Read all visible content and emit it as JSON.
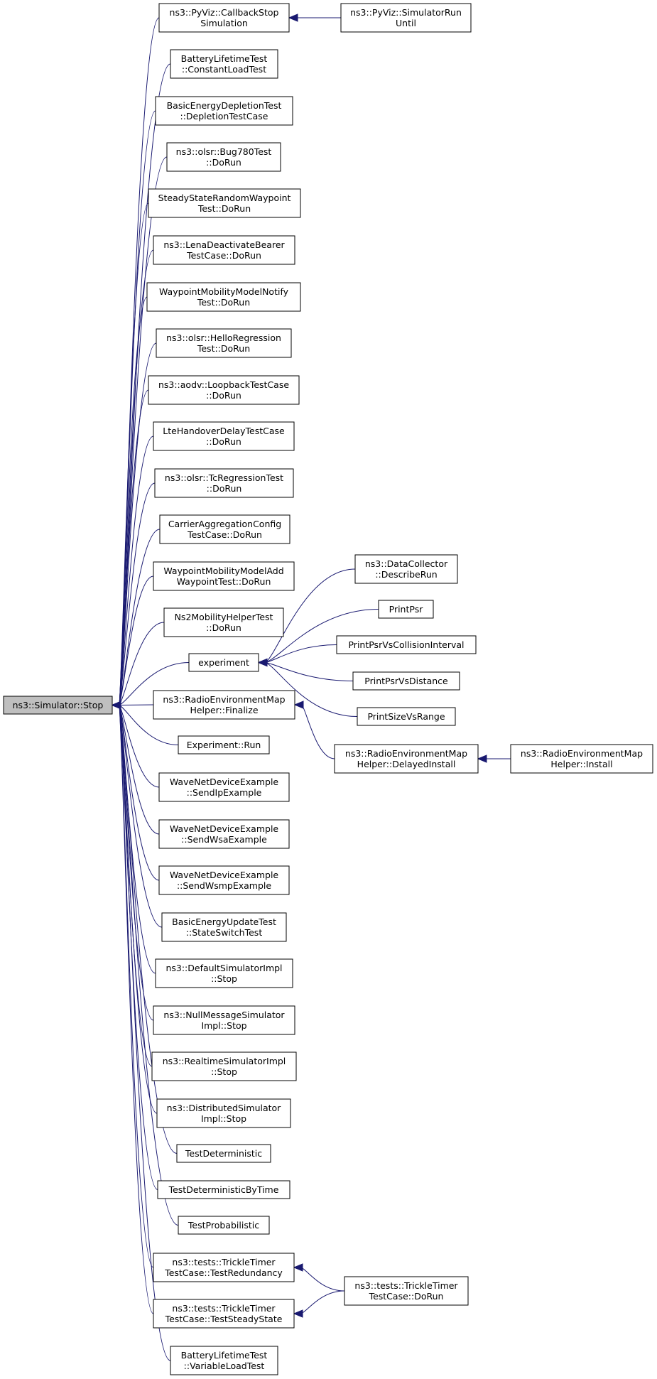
{
  "nodes": [
    {
      "id": "root",
      "label": [
        "ns3::Simulator::Stop"
      ],
      "root": true
    },
    {
      "id": "pyviz_callback",
      "label": [
        "ns3::PyViz::CallbackStop",
        "Simulation"
      ]
    },
    {
      "id": "pyviz_run",
      "label": [
        "ns3::PyViz::SimulatorRun",
        "Until"
      ]
    },
    {
      "id": "battery_const",
      "label": [
        "BatteryLifetimeTest",
        "::ConstantLoadTest"
      ]
    },
    {
      "id": "basic_depletion",
      "label": [
        "BasicEnergyDepletionTest",
        "::DepletionTestCase"
      ]
    },
    {
      "id": "olsr_bug780",
      "label": [
        "ns3::olsr::Bug780Test",
        "::DoRun"
      ]
    },
    {
      "id": "steady_rwp",
      "label": [
        "SteadyStateRandomWaypoint",
        "Test::DoRun"
      ]
    },
    {
      "id": "lena_deact",
      "label": [
        "ns3::LenaDeactivateBearer",
        "TestCase::DoRun"
      ]
    },
    {
      "id": "waypoint_notify",
      "label": [
        "WaypointMobilityModelNotify",
        "Test::DoRun"
      ]
    },
    {
      "id": "olsr_hello",
      "label": [
        "ns3::olsr::HelloRegression",
        "Test::DoRun"
      ]
    },
    {
      "id": "aodv_loopback",
      "label": [
        "ns3::aodv::LoopbackTestCase",
        "::DoRun"
      ]
    },
    {
      "id": "lte_handover",
      "label": [
        "LteHandoverDelayTestCase",
        "::DoRun"
      ]
    },
    {
      "id": "olsr_tc",
      "label": [
        "ns3::olsr::TcRegressionTest",
        "::DoRun"
      ]
    },
    {
      "id": "carrier_agg",
      "label": [
        "CarrierAggregationConfig",
        "TestCase::DoRun"
      ]
    },
    {
      "id": "waypoint_add",
      "label": [
        "WaypointMobilityModelAdd",
        "WaypointTest::DoRun"
      ]
    },
    {
      "id": "ns2_mobility",
      "label": [
        "Ns2MobilityHelperTest",
        "::DoRun"
      ]
    },
    {
      "id": "experiment",
      "label": [
        "experiment"
      ]
    },
    {
      "id": "data_collector",
      "label": [
        "ns3::DataCollector",
        "::DescribeRun"
      ]
    },
    {
      "id": "print_psr",
      "label": [
        "PrintPsr"
      ]
    },
    {
      "id": "print_psr_coll",
      "label": [
        "PrintPsrVsCollisionInterval"
      ]
    },
    {
      "id": "print_psr_dist",
      "label": [
        "PrintPsrVsDistance"
      ]
    },
    {
      "id": "print_size_range",
      "label": [
        "PrintSizeVsRange"
      ]
    },
    {
      "id": "rem_finalize",
      "label": [
        "ns3::RadioEnvironmentMap",
        "Helper::Finalize"
      ]
    },
    {
      "id": "rem_delayed",
      "label": [
        "ns3::RadioEnvironmentMap",
        "Helper::DelayedInstall"
      ]
    },
    {
      "id": "rem_install",
      "label": [
        "ns3::RadioEnvironmentMap",
        "Helper::Install"
      ]
    },
    {
      "id": "experiment_run",
      "label": [
        "Experiment::Run"
      ]
    },
    {
      "id": "wave_ip",
      "label": [
        "WaveNetDeviceExample",
        "::SendIpExample"
      ]
    },
    {
      "id": "wave_wsa",
      "label": [
        "WaveNetDeviceExample",
        "::SendWsaExample"
      ]
    },
    {
      "id": "wave_wsmp",
      "label": [
        "WaveNetDeviceExample",
        "::SendWsmpExample"
      ]
    },
    {
      "id": "basic_update",
      "label": [
        "BasicEnergyUpdateTest",
        "::StateSwitchTest"
      ]
    },
    {
      "id": "default_sim",
      "label": [
        "ns3::DefaultSimulatorImpl",
        "::Stop"
      ]
    },
    {
      "id": "nullmsg_sim",
      "label": [
        "ns3::NullMessageSimulator",
        "Impl::Stop"
      ]
    },
    {
      "id": "realtime_sim",
      "label": [
        "ns3::RealtimeSimulatorImpl",
        "::Stop"
      ]
    },
    {
      "id": "distributed_sim",
      "label": [
        "ns3::DistributedSimulator",
        "Impl::Stop"
      ]
    },
    {
      "id": "test_det",
      "label": [
        "TestDeterministic"
      ]
    },
    {
      "id": "test_det_time",
      "label": [
        "TestDeterministicByTime"
      ]
    },
    {
      "id": "test_prob",
      "label": [
        "TestProbabilistic"
      ]
    },
    {
      "id": "trickle_redundancy",
      "label": [
        "ns3::tests::TrickleTimer",
        "TestCase::TestRedundancy"
      ]
    },
    {
      "id": "trickle_doRun",
      "label": [
        "ns3::tests::TrickleTimer",
        "TestCase::DoRun"
      ]
    },
    {
      "id": "trickle_steady",
      "label": [
        "ns3::tests::TrickleTimer",
        "TestCase::TestSteadyState"
      ]
    },
    {
      "id": "battery_var",
      "label": [
        "BatteryLifetimeTest",
        "::VariableLoadTest"
      ]
    }
  ],
  "edges": [
    {
      "from": "pyviz_callback",
      "to": "root"
    },
    {
      "from": "battery_const",
      "to": "root"
    },
    {
      "from": "basic_depletion",
      "to": "root"
    },
    {
      "from": "olsr_bug780",
      "to": "root"
    },
    {
      "from": "steady_rwp",
      "to": "root"
    },
    {
      "from": "lena_deact",
      "to": "root"
    },
    {
      "from": "waypoint_notify",
      "to": "root"
    },
    {
      "from": "olsr_hello",
      "to": "root"
    },
    {
      "from": "aodv_loopback",
      "to": "root"
    },
    {
      "from": "lte_handover",
      "to": "root"
    },
    {
      "from": "olsr_tc",
      "to": "root"
    },
    {
      "from": "carrier_agg",
      "to": "root"
    },
    {
      "from": "waypoint_add",
      "to": "root"
    },
    {
      "from": "ns2_mobility",
      "to": "root"
    },
    {
      "from": "experiment",
      "to": "root"
    },
    {
      "from": "rem_finalize",
      "to": "root"
    },
    {
      "from": "experiment_run",
      "to": "root"
    },
    {
      "from": "wave_ip",
      "to": "root"
    },
    {
      "from": "wave_wsa",
      "to": "root"
    },
    {
      "from": "wave_wsmp",
      "to": "root"
    },
    {
      "from": "basic_update",
      "to": "root"
    },
    {
      "from": "default_sim",
      "to": "root"
    },
    {
      "from": "nullmsg_sim",
      "to": "root"
    },
    {
      "from": "realtime_sim",
      "to": "root"
    },
    {
      "from": "distributed_sim",
      "to": "root"
    },
    {
      "from": "test_det",
      "to": "root"
    },
    {
      "from": "test_det_time",
      "to": "root"
    },
    {
      "from": "test_prob",
      "to": "root"
    },
    {
      "from": "trickle_redundancy",
      "to": "root"
    },
    {
      "from": "trickle_steady",
      "to": "root"
    },
    {
      "from": "battery_var",
      "to": "root"
    },
    {
      "from": "pyviz_run",
      "to": "pyviz_callback"
    },
    {
      "from": "data_collector",
      "to": "experiment"
    },
    {
      "from": "print_psr",
      "to": "experiment"
    },
    {
      "from": "print_psr_coll",
      "to": "experiment"
    },
    {
      "from": "print_psr_dist",
      "to": "experiment"
    },
    {
      "from": "print_size_range",
      "to": "experiment"
    },
    {
      "from": "rem_delayed",
      "to": "rem_finalize"
    },
    {
      "from": "rem_install",
      "to": "rem_delayed"
    },
    {
      "from": "trickle_doRun",
      "to": "trickle_redundancy"
    },
    {
      "from": "trickle_doRun",
      "to": "trickle_steady"
    }
  ],
  "colors": {
    "edge": "#191970",
    "node_border": "#000000",
    "root_fill": "#bfbfbf",
    "node_fill": "#ffffff"
  }
}
